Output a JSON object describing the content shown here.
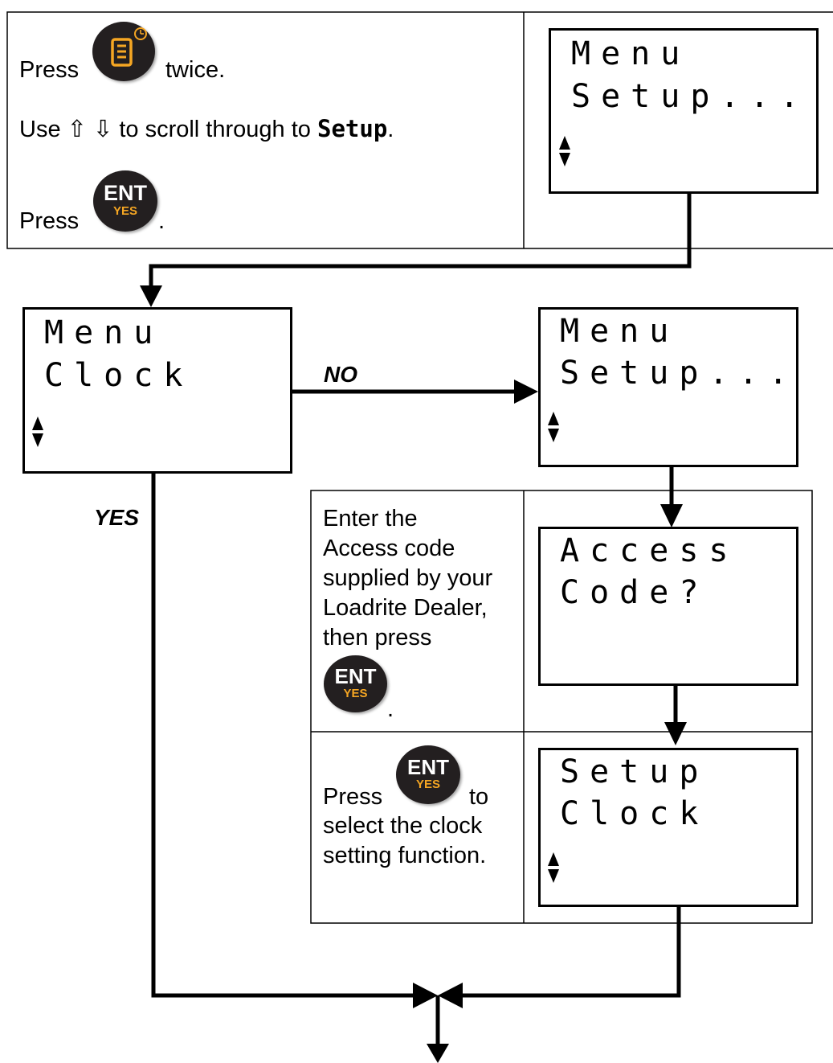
{
  "step1": {
    "line1_a": "Press",
    "line1_b": "twice.",
    "line2_a": "Use ⇧ ⇩ to scroll through to",
    "line2_b": "Setup",
    "line2_c": ".",
    "line3_a": "Press",
    "line3_b": ".",
    "menu_button_icon": "menu-clock-button-icon"
  },
  "ent_button": {
    "top": "ENT",
    "bottom": "YES",
    "yes_color": "#f5a623",
    "body_color": "#231f20"
  },
  "lcd_top_right": {
    "line1": "Menu",
    "line2": "Setup..."
  },
  "lcd_menu_clock": {
    "line1": "Menu",
    "line2": "Clock"
  },
  "lcd_menu_setup": {
    "line1": "Menu",
    "line2": "Setup..."
  },
  "lcd_access_code": {
    "line1": "Access",
    "line2": "Code?"
  },
  "lcd_setup_clock": {
    "line1": "Setup",
    "line2": "Clock"
  },
  "labels": {
    "no": "NO",
    "yes": "YES"
  },
  "step_access": {
    "line1": "Enter the",
    "line2": "Access code",
    "line3": "supplied by your",
    "line4": "Loadrite Dealer,",
    "line5": "then press",
    "line6": "."
  },
  "step_select": {
    "line1_a": "Press",
    "line1_b": "to",
    "line2": "select the clock",
    "line3": "setting function."
  }
}
